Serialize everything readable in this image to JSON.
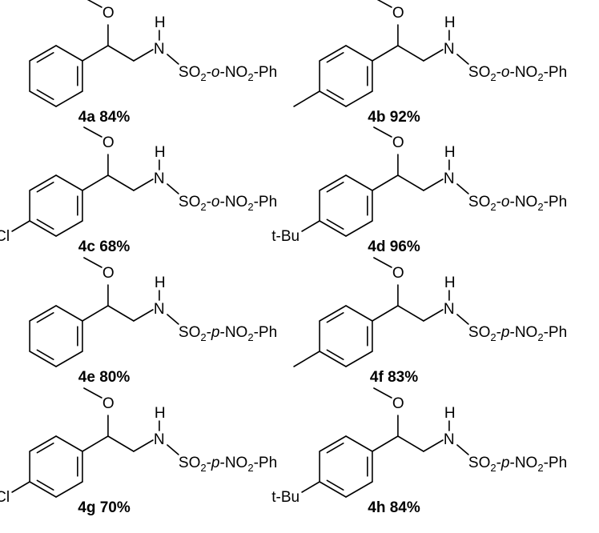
{
  "atoms": {
    "oxygen": "O",
    "hydrogen": "H",
    "nitrogen": "N",
    "chloro": "Cl",
    "tert_butyl": "t-Bu"
  },
  "sulfonyl": {
    "so": "SO",
    "two": "2",
    "ortho_prefix": "-o-",
    "para_prefix": "-p-",
    "no": "NO",
    "ph": "-Ph"
  },
  "compounds": [
    {
      "code": "4a",
      "yield": "84%",
      "substituent": "none",
      "nitro_position": "ortho"
    },
    {
      "code": "4b",
      "yield": "92%",
      "substituent": "methyl",
      "nitro_position": "ortho"
    },
    {
      "code": "4c",
      "yield": "68%",
      "substituent": "chloro",
      "nitro_position": "ortho"
    },
    {
      "code": "4d",
      "yield": "96%",
      "substituent": "tert-butyl",
      "nitro_position": "ortho"
    },
    {
      "code": "4e",
      "yield": "80%",
      "substituent": "none",
      "nitro_position": "para"
    },
    {
      "code": "4f",
      "yield": "83%",
      "substituent": "methyl",
      "nitro_position": "para"
    },
    {
      "code": "4g",
      "yield": "70%",
      "substituent": "chloro",
      "nitro_position": "para"
    },
    {
      "code": "4h",
      "yield": "84%",
      "substituent": "tert-butyl",
      "nitro_position": "para"
    }
  ]
}
